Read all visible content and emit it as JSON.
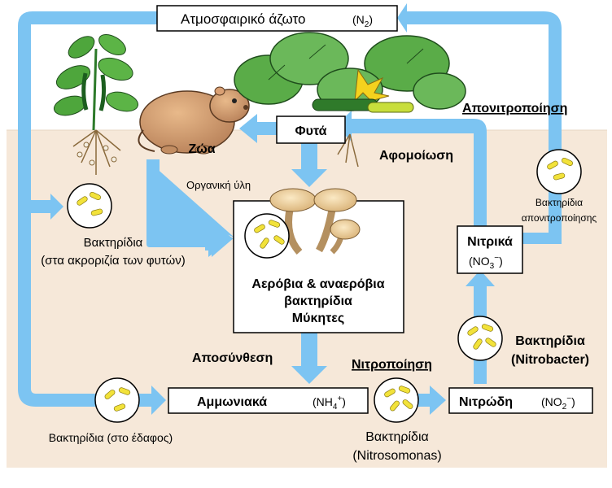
{
  "atmospheric_nitrogen": {
    "label": "Ατμοσφαιρικό άζωτο",
    "formula": "(N",
    "sub": "2",
    "close": ")"
  },
  "plants": {
    "label": "Φυτά"
  },
  "animals": {
    "label": "Ζώα"
  },
  "assimilation": {
    "label": "Αφομοίωση"
  },
  "denitrification": {
    "label": "Απονιτροποίηση"
  },
  "organic_matter": {
    "label": "Οργανική ύλη"
  },
  "decomposers": {
    "line1": "Αερόβια & αναερόβια",
    "line2": "βακτηρίδια",
    "line3": "Μύκητες"
  },
  "decomposition": {
    "label": "Αποσύνθεση"
  },
  "ammonia": {
    "label": "Αμμωνιακά",
    "formula": "(NH",
    "sub": "4",
    "sup": "+",
    "close": ")"
  },
  "nitrification": {
    "label": "Νιτροποίηση"
  },
  "nitrites": {
    "label": "Νιτρώδη",
    "formula": "(NO",
    "sub": "2",
    "sup": "−",
    "close": ")"
  },
  "nitrates": {
    "label": "Νιτρικά",
    "formula": "(NO",
    "sub": "3",
    "sup": "−",
    "close": ")"
  },
  "root_bacteria": {
    "line1": "Βακτηρίδια",
    "line2": "(στα ακροριζία των φυτών)"
  },
  "soil_bacteria": {
    "label": "Βακτηρίδια (στο έδαφος)"
  },
  "nitrosomonas": {
    "line1": "Βακτηρίδια",
    "line2": "(Nitrosomonas)"
  },
  "nitrobacter": {
    "line1": "Βακτηρίδια",
    "line2": "(Nitrobacter)"
  },
  "denitrifying_bacteria": {
    "line1": "Βακτηρίδια",
    "line2": "απονιτροποίησης"
  },
  "colors": {
    "arrow": "#7cc4f2",
    "soil": "#f6e8d9",
    "bacteria": "#f2e23a"
  }
}
